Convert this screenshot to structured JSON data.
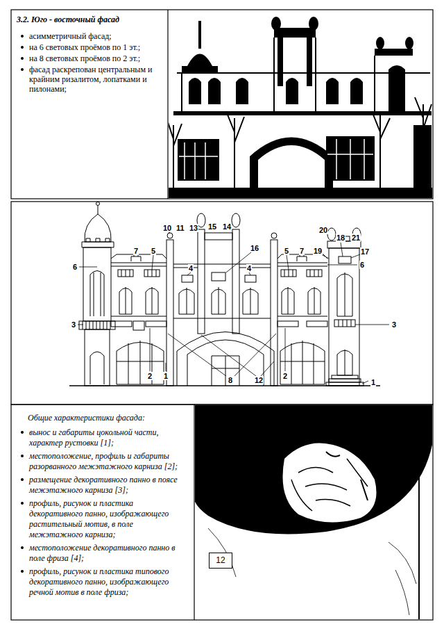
{
  "diagram": {
    "title": "3.2. Юго - восточный фасад",
    "nodes": [
      {
        "text": [
          "асимметричный фасад;",
          "на 6 световых проёмов по 1 эт.;",
          "на 8 световых проёмов по 2 эт.;",
          "фасад раскрепован центральным и крайним ризалитом, лопатками и пилонами;"
        ]
      },
      {
        "text": [
          "Общие характеристики фасада:",
          "вынос и габариты цокольной части, характер рустовки [1];",
          "местоположение, профиль и габариты разорванного межэтажного карниза [2];",
          "размещение декоративного панно в поясе межэтажного карниза [3];",
          "профиль, рисунок и пластика декоративного панно, изображающего растительный мотив, в поле межэтажного карниза;",
          "местоположение декоративного панно в поле фриза [4];",
          "профиль, рисунок и пластика типового декоративного панно, изображающего речной мотив в поле фриза;"
        ]
      },
      {
        "text": [
          "12"
        ]
      }
    ],
    "labels": [
      "10",
      "11",
      "13",
      "15",
      "14",
      "16",
      "20",
      "18",
      "21",
      "7",
      "5",
      "4",
      "4",
      "5",
      "7",
      "19",
      "17",
      "6",
      "6",
      "3",
      "3",
      "2",
      "1",
      "8",
      "12",
      "2",
      "1"
    ]
  }
}
